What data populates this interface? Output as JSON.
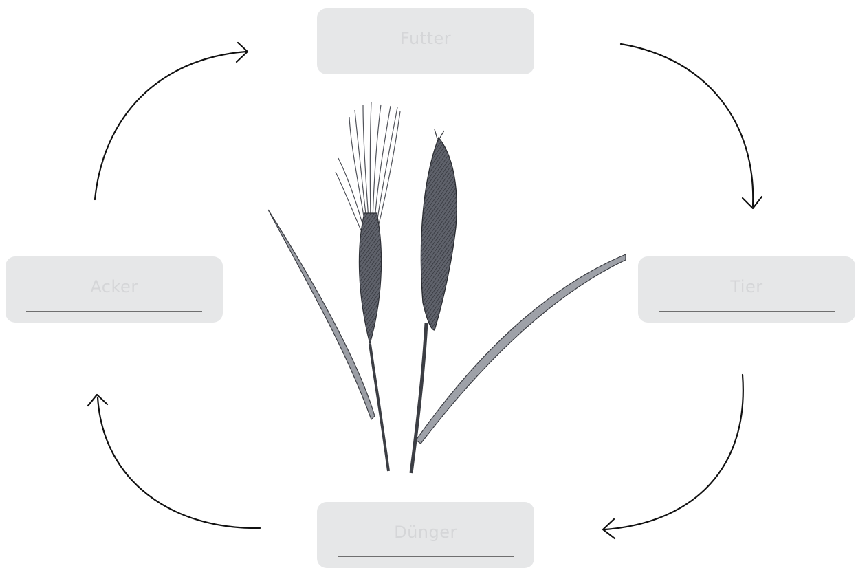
{
  "cycle": {
    "nodes": {
      "futter": "Futter",
      "tier": "Tier",
      "duenger": "Dünger",
      "acker": "Acker"
    }
  }
}
